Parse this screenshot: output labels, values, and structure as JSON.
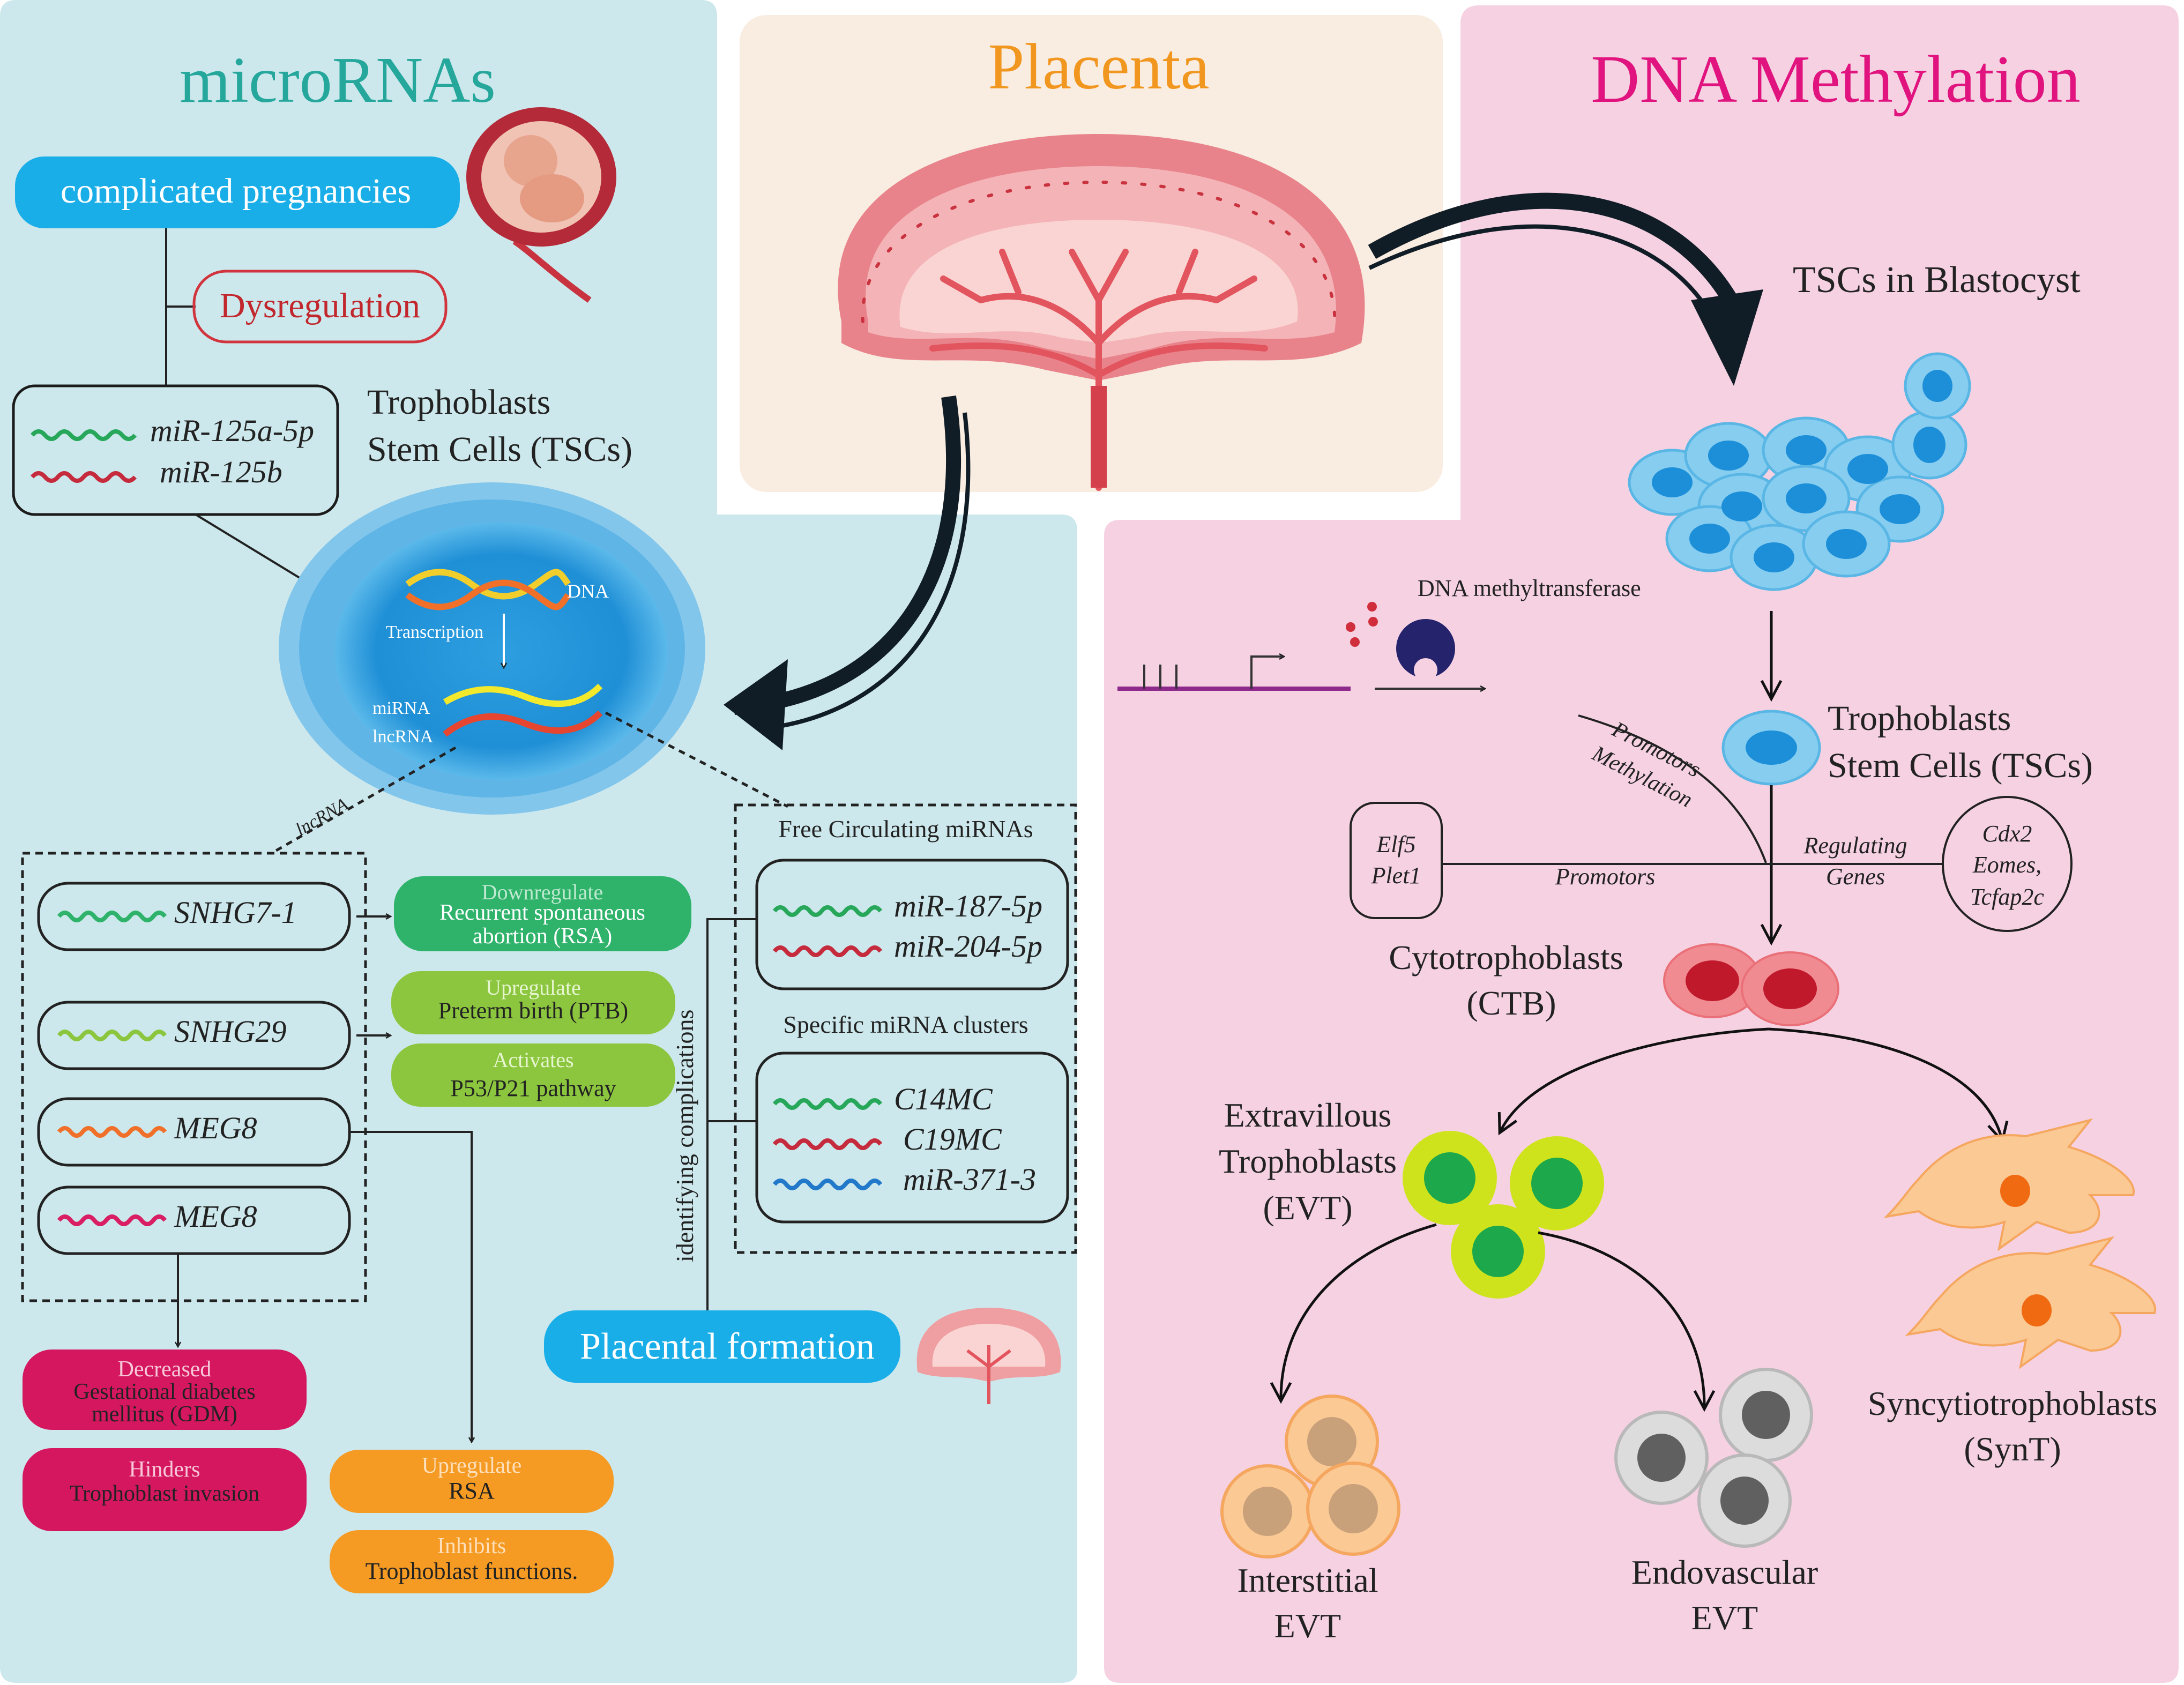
{
  "colors": {
    "mirna_panel": "#cce8ec",
    "placenta_panel": "#f9ece0",
    "methylation_panel": "#f5d1e2",
    "teal_title": "#25a79c",
    "orange_title": "#f1961f",
    "magenta_title": "#e0137f",
    "blue_pill": "#19aee8",
    "green_pill": "#2fb36b",
    "lime_pill": "#8cc63f",
    "magenta_pill": "#d5175f",
    "orange_pill": "#f59a23",
    "dark_arrow": "#111d26",
    "strand_green": "#27a75a",
    "strand_red": "#c52b3d",
    "strand_lime": "#8cc63f",
    "strand_orange": "#f0702a",
    "strand_pink": "#d91e63",
    "strand_blue": "#2379c9"
  },
  "mirna": {
    "title": "microRNAs",
    "complicated": "complicated pregnancies",
    "dysregulation": "Dysregulation",
    "mir125a": "miR-125a-5p",
    "mir125b": "miR-125b",
    "tsc_line1": "Trophoblasts",
    "tsc_line2": "Stem Cells (TSCs)",
    "cell": {
      "dna": "DNA",
      "transcription": "Transcription",
      "mirna": "miRNA",
      "lncrna": "lncRNA"
    },
    "lncrna_tag": "lncRNA",
    "snhg7": "SNHG7-1",
    "snhg29": "SNHG29",
    "meg8a": "MEG8",
    "meg8b": "MEG8",
    "down_head": "Downregulate",
    "down_l1": "Recurrent spontaneous",
    "down_l2": "abortion (RSA)",
    "up_head": "Upregulate",
    "up_l1": "Preterm birth (PTB)",
    "act_head": "Activates",
    "act_l1": "P53/P21 pathway",
    "dec_head": "Decreased",
    "dec_l1": "Gestational diabetes",
    "dec_l2": "mellitus (GDM)",
    "hin_head": "Hinders",
    "hin_l1": "Trophoblast invasion",
    "uprsa_head": "Upregulate",
    "uprsa_l1": "RSA",
    "inh_head": "Inhibits",
    "inh_l1": "Trophoblast functions.",
    "identifying": "identifying complications",
    "free_title": "Free Circulating miRNAs",
    "mir187": "miR-187-5p",
    "mir204": "miR-204-5p",
    "clusters_title": "Specific miRNA clusters",
    "c14": "C14MC",
    "c19": "C19MC",
    "mir371": "miR-371-3",
    "placental_formation": "Placental formation"
  },
  "placenta": {
    "title": "Placenta"
  },
  "methylation": {
    "title": "DNA Methylation",
    "blastocyst": "TSCs in Blastocyst",
    "dnmt": "DNA methyltransferase",
    "tsc_line1": "Trophoblasts",
    "tsc_line2": "Stem Cells (TSCs)",
    "promotors_methylation_1": "Promotors",
    "promotors_methylation_2": "Methylation",
    "elf5": "Elf5",
    "plet1": "Plet1",
    "promotors": "Promotors",
    "regulating": "Regulating",
    "genes": "Genes",
    "cdx2": "Cdx2",
    "eomes": "Eomes,",
    "tcfap2c": "Tcfap2c",
    "ctb_line1": "Cytotrophoblasts",
    "ctb_line2": "(CTB)",
    "evt_line1": "Extravillous",
    "evt_line2": "Trophoblasts",
    "evt_line3": "(EVT)",
    "synt_line1": "Syncytiotrophoblasts",
    "synt_line2": "(SynT)",
    "interstitial_1": "Interstitial",
    "interstitial_2": "EVT",
    "endovascular_1": "Endovascular",
    "endovascular_2": "EVT"
  }
}
